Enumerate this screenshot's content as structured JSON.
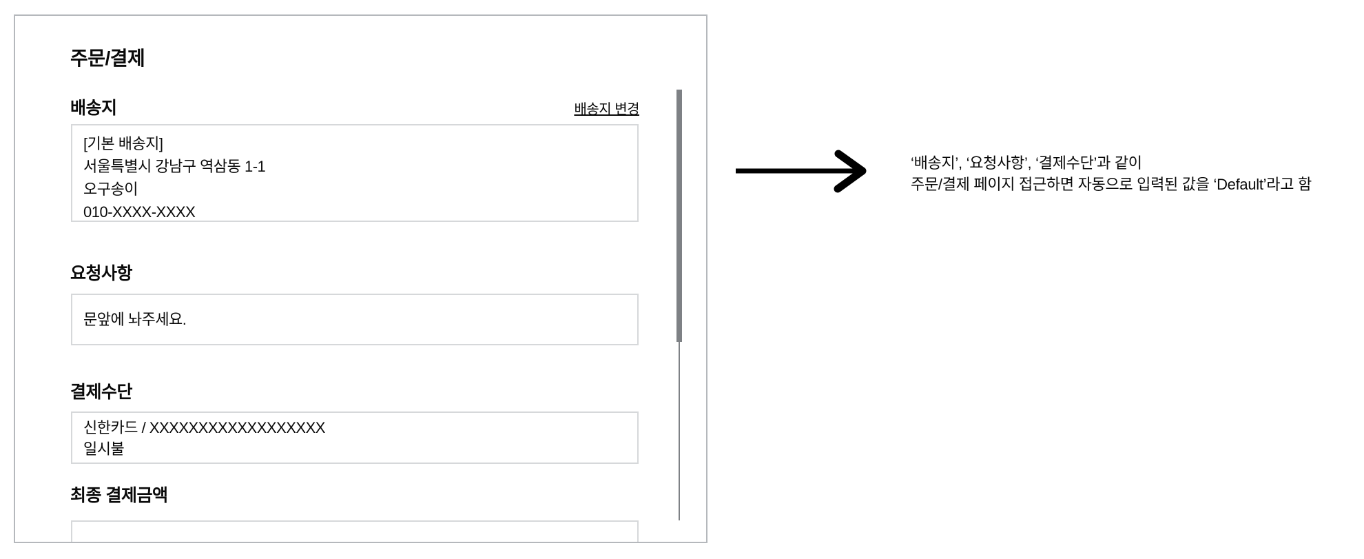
{
  "order": {
    "title": "주문/결제",
    "shipping": {
      "heading": "배송지",
      "change_link": "배송지 변경",
      "lines": [
        "[기본 배송지]",
        "서울특별시 강남구 역삼동 1-1",
        "오구송이",
        "010-XXXX-XXXX"
      ]
    },
    "request": {
      "heading": "요청사항",
      "value": "문앞에 놔주세요."
    },
    "payment": {
      "heading": "결제수단",
      "lines": [
        "신한카드 / XXXXXXXXXXXXXXXXXX",
        "일시불"
      ]
    },
    "total": {
      "heading": "최종 결제금액"
    }
  },
  "annotation": {
    "line1": "‘배송지’, ‘요청사항’, ‘결제수단’과 같이",
    "line2": "주문/결제 페이지 접근하면 자동으로 입력된 값을 ‘Default’라고 함"
  },
  "colors": {
    "text": "#0a0a0a",
    "card_border": "#b5b8bc",
    "box_border": "#d6d8da",
    "scrollbar": "#7e8185",
    "arrow": "#000000"
  }
}
